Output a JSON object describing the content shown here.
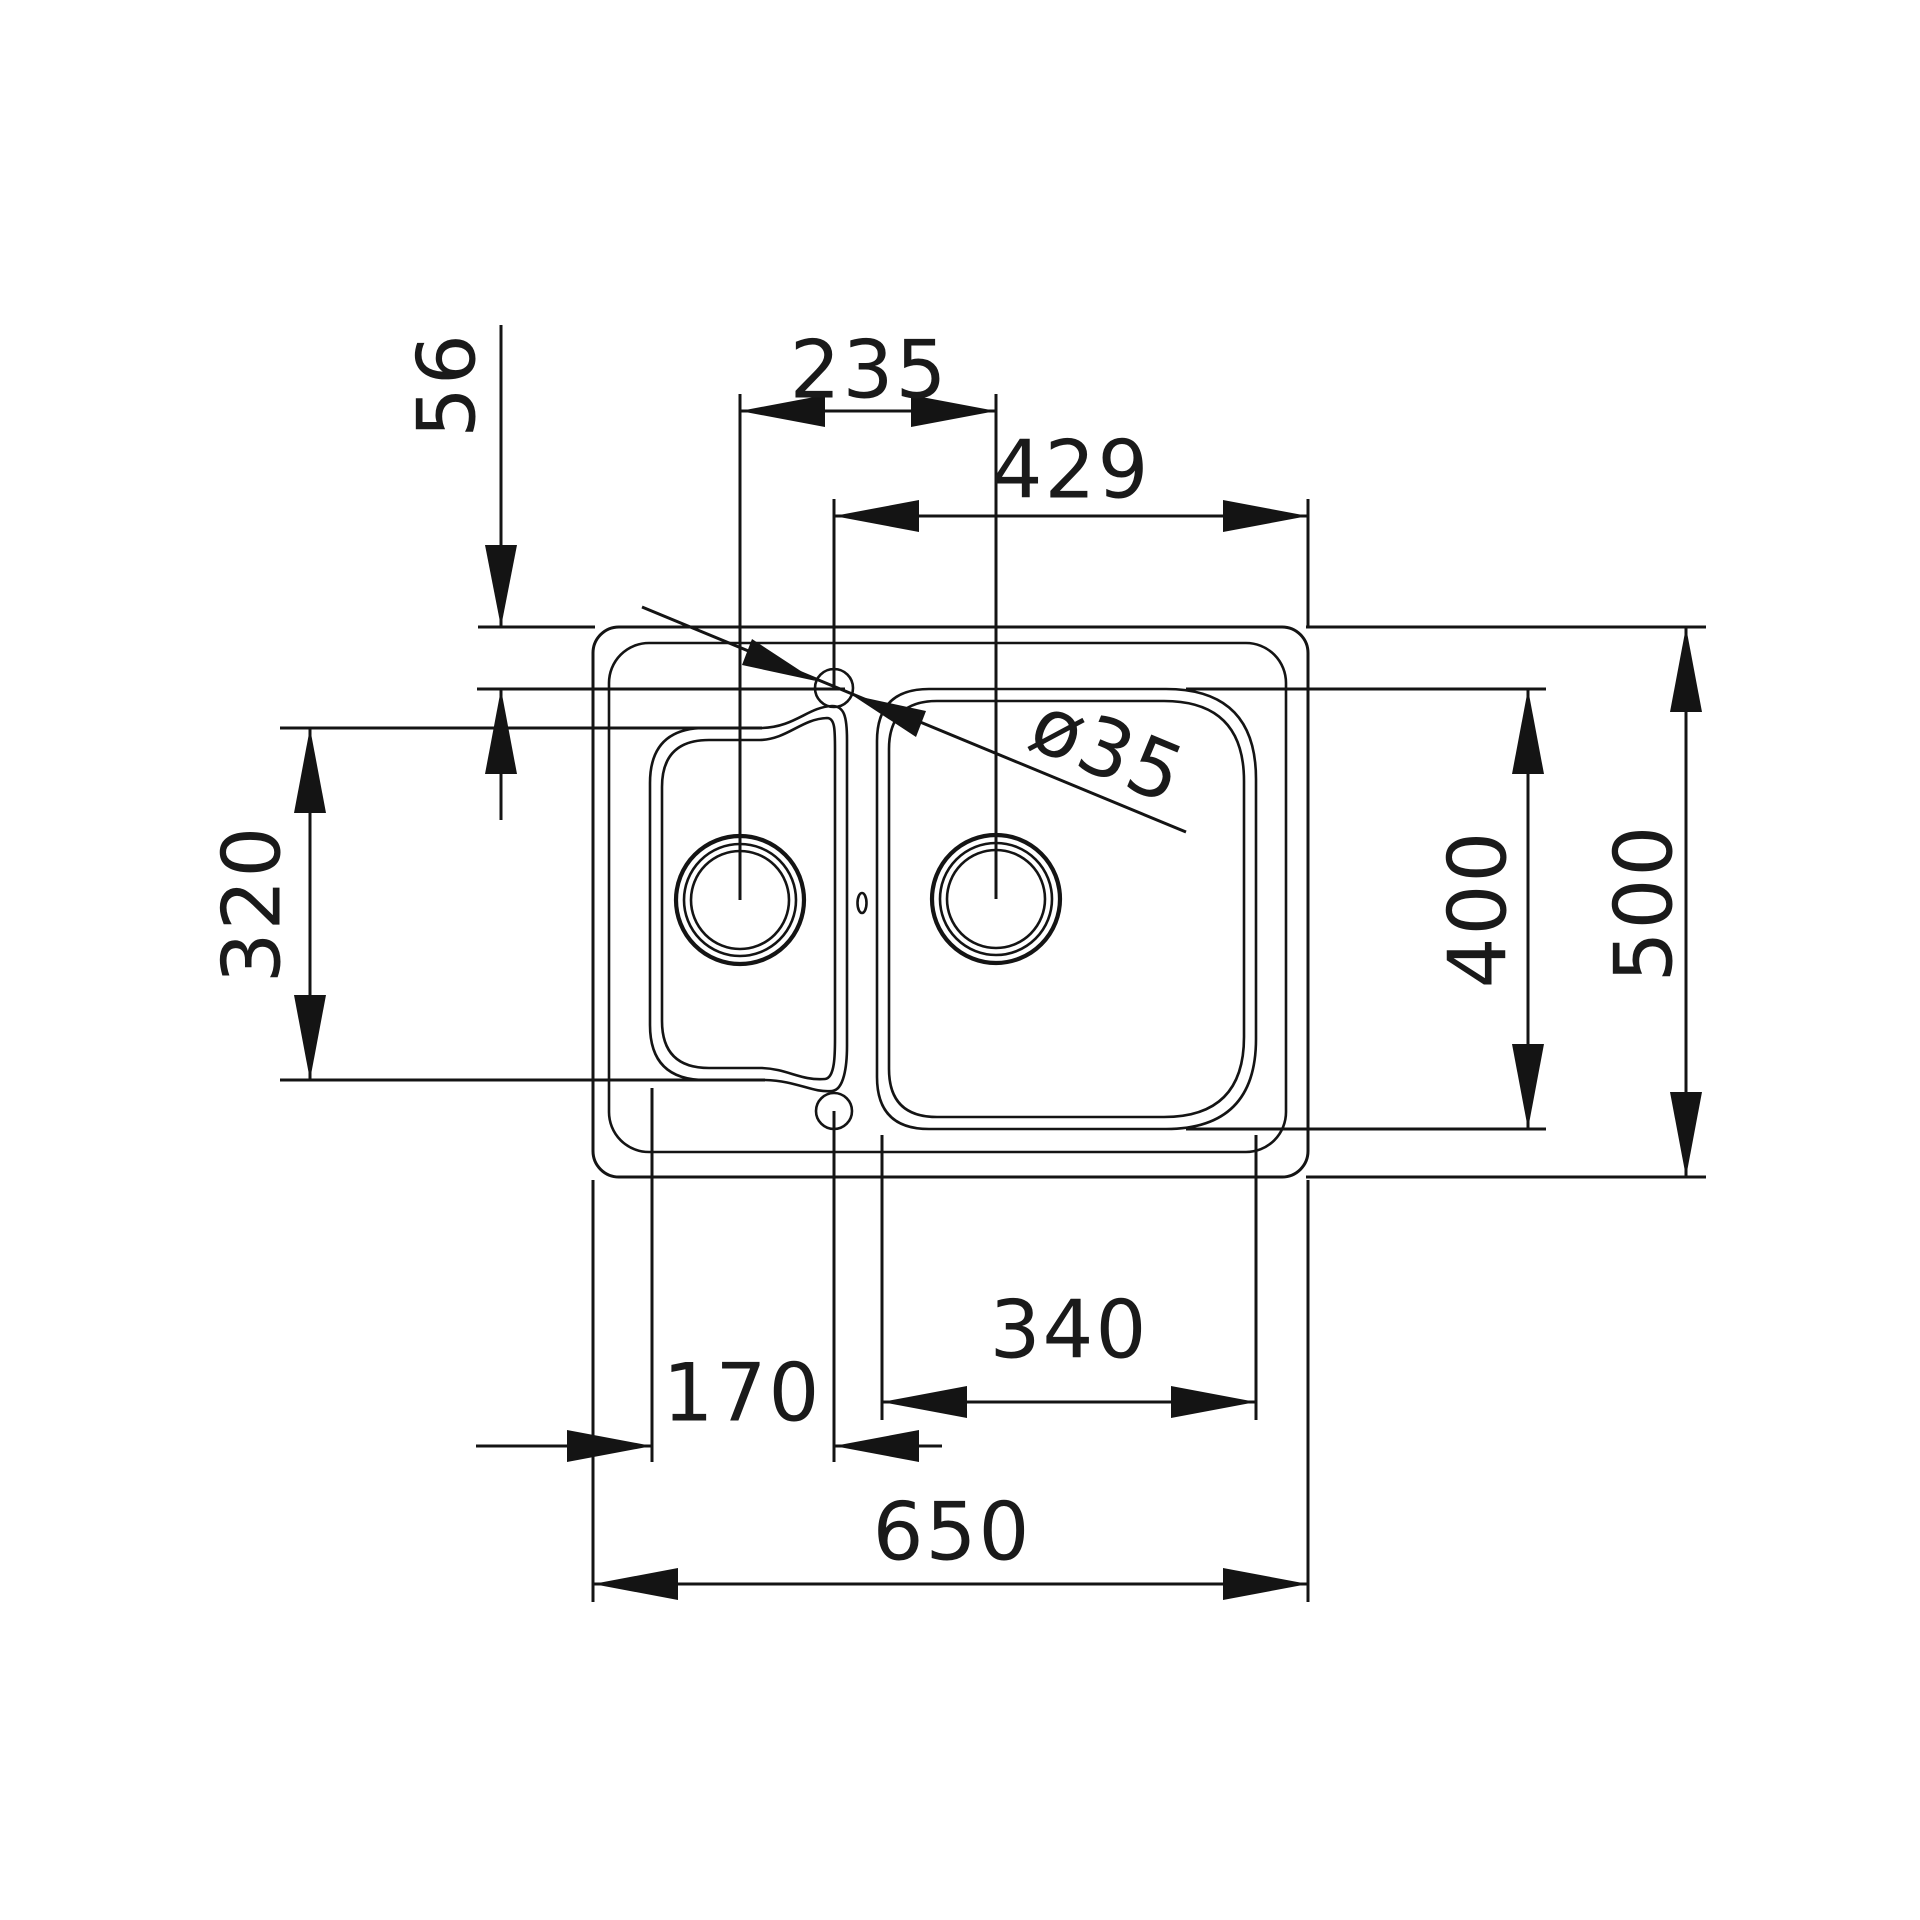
{
  "drawing": {
    "type": "technical-dimension-drawing",
    "subject": "inset kitchen sink, one and a half bowls, top view",
    "background_color": "#ffffff",
    "line_color": "#141414",
    "dims": {
      "tap_hole_offset_from_top": "56",
      "drain_center_spacing": "235",
      "tap_hole_to_right_edge": "429",
      "small_bowl_depth": "320",
      "tap_hole_diameter": "ø35",
      "large_bowl_depth": "400",
      "overall_depth": "500",
      "small_bowl_edge_to_center": "170",
      "large_bowl_width": "340",
      "overall_width": "650"
    }
  }
}
